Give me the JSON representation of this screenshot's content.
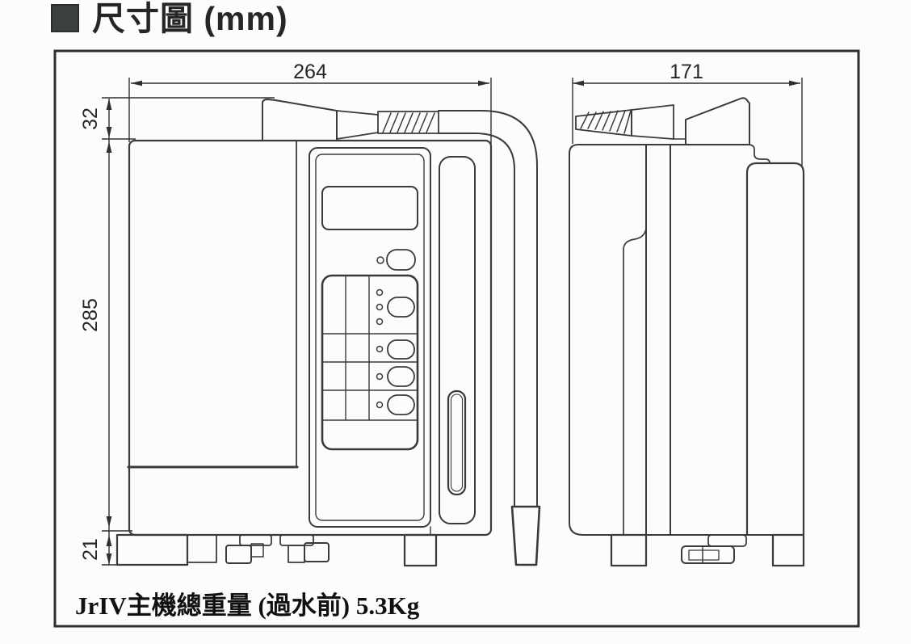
{
  "page": {
    "background_color": "#fcfcfa",
    "line_color": "#3a3a3a",
    "frame_color": "#2e2e2e"
  },
  "header": {
    "marker_icon": "black-square-bullet",
    "marker_color": "#3c403d",
    "title": "尺寸圖 (mm)",
    "unit": "mm"
  },
  "diagram": {
    "type": "technical-dimension-drawing",
    "subject": "JrIV water ionizer main unit, front and side orthographic views",
    "dimensions": {
      "front_width": "264",
      "front_top_section": "32",
      "front_body_height": "285",
      "front_base_height": "21",
      "side_depth": "171"
    },
    "caption": "JrIV主機總重量 (過水前) 5.3Kg",
    "weight_value": "5.3Kg"
  }
}
